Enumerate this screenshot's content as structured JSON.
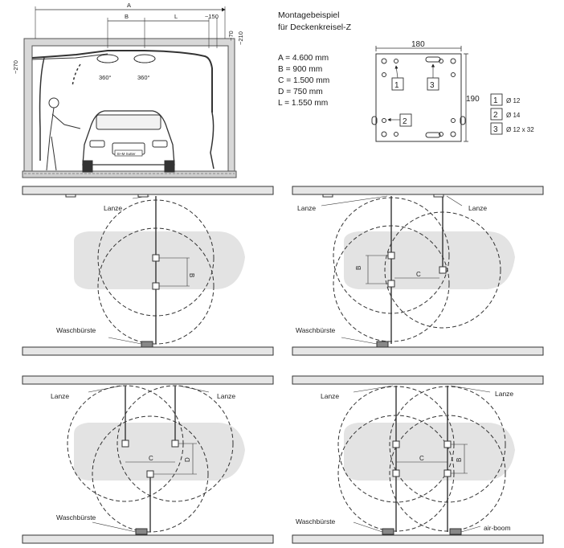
{
  "title_line1": "Montagebeispiel",
  "title_line2": "für Deckenkreisel-Z",
  "specs": [
    {
      "key": "A",
      "value": "4.600 mm"
    },
    {
      "key": "B",
      "value": "900 mm"
    },
    {
      "key": "C",
      "value": "1.500 mm"
    },
    {
      "key": "D",
      "value": "750 mm"
    },
    {
      "key": "L",
      "value": "1.550 mm"
    }
  ],
  "elevation": {
    "dim_A": "A",
    "dim_B": "B",
    "dim_L": "L",
    "dim_150": "~150",
    "dim_70": "~70",
    "dim_210": "~210",
    "dim_270": "~270",
    "rot1": "360°",
    "rot2": "360°",
    "plate": "B+M Sutter"
  },
  "mount_plate": {
    "width": "180",
    "height": "190",
    "holes": [
      {
        "id": "1",
        "size": "Ø 12"
      },
      {
        "id": "2",
        "size": "Ø 14"
      },
      {
        "id": "3",
        "size": "Ø 12 x 32"
      }
    ]
  },
  "plans": {
    "lanze": "Lanze",
    "waschbuerste": "Waschbürste",
    "airboom": "air-boom",
    "B": "B",
    "C": "C",
    "D": "D"
  }
}
